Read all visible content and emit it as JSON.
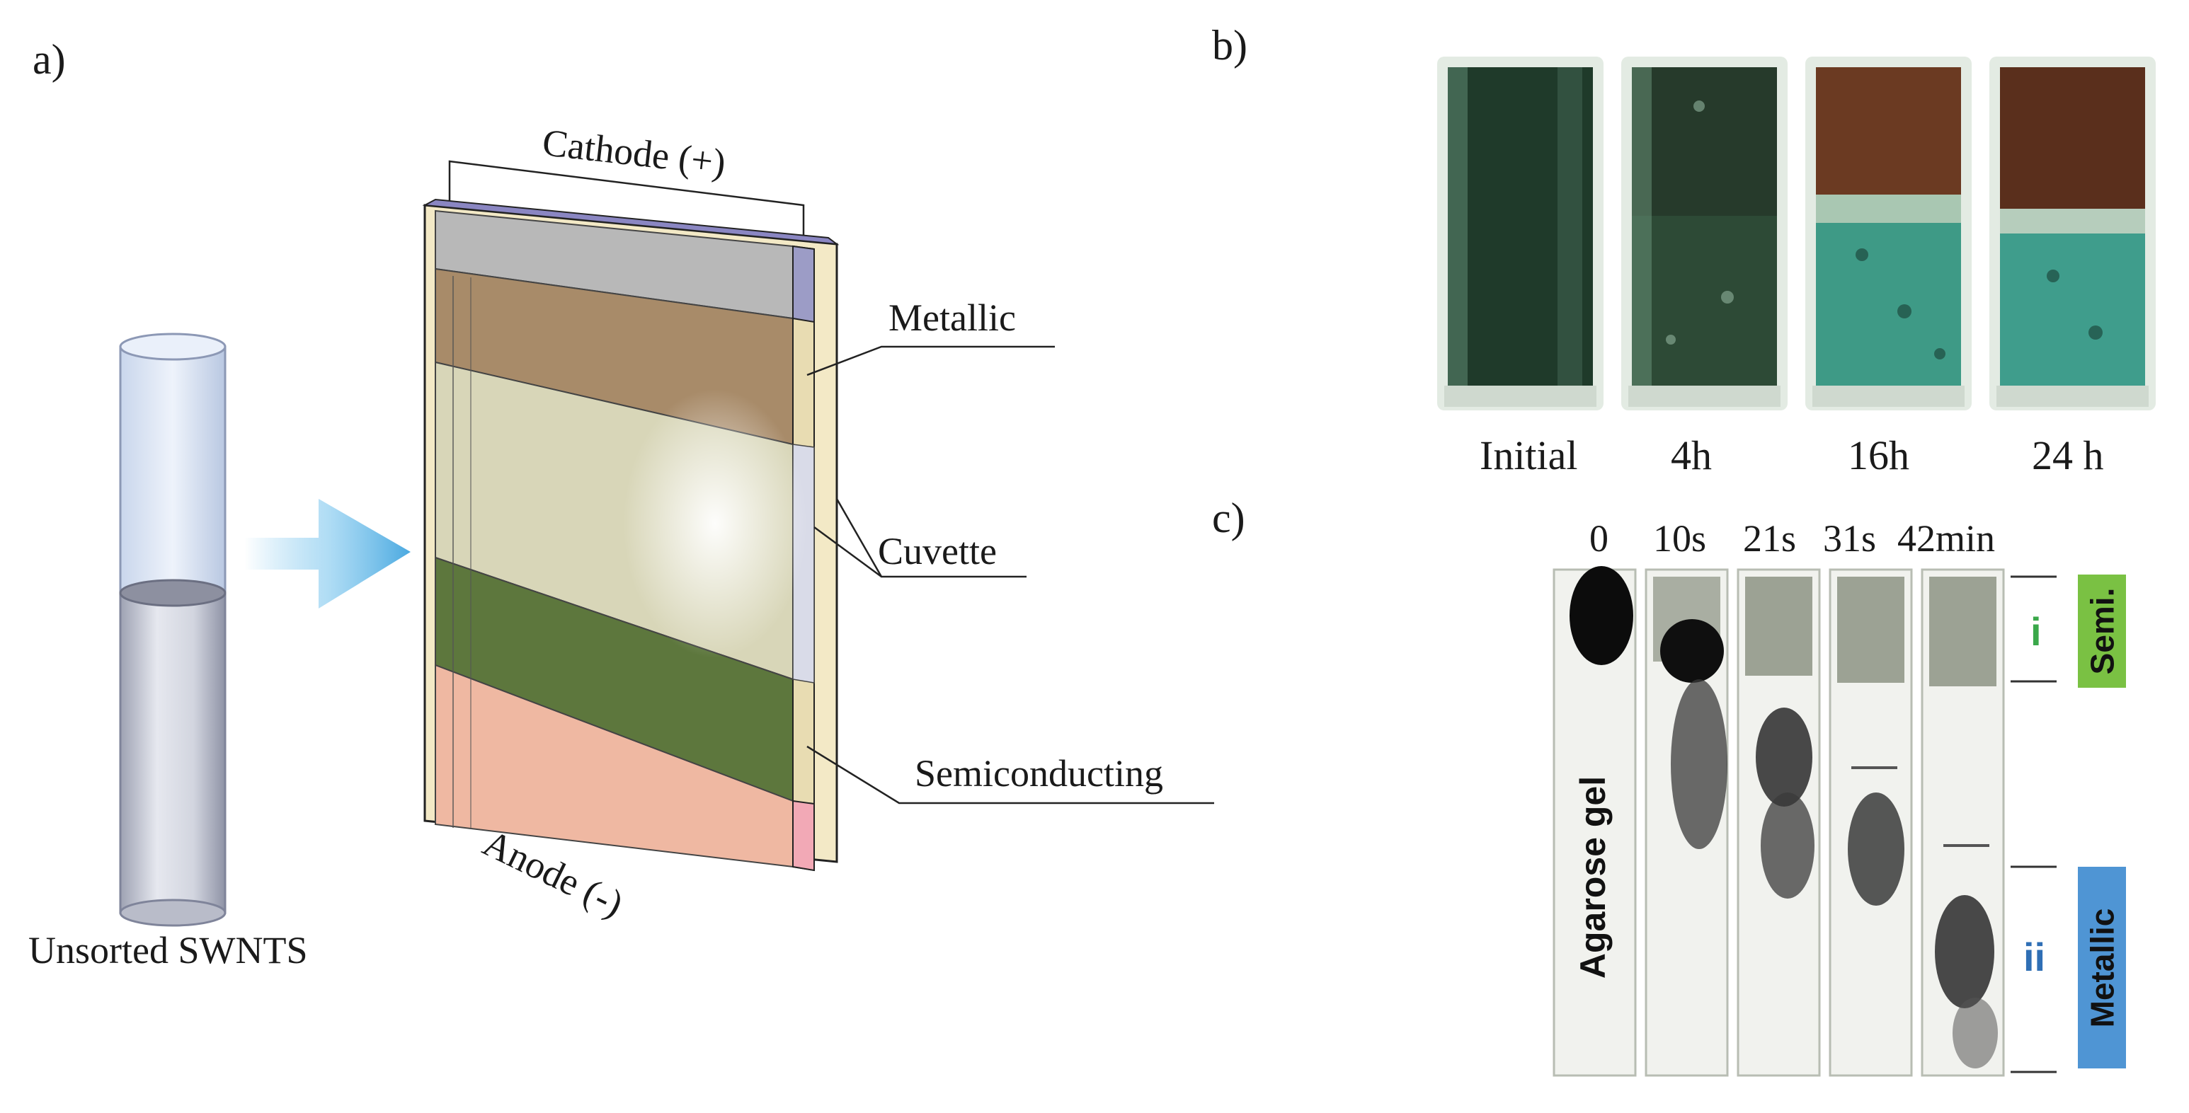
{
  "panel_a": {
    "letter": "a)",
    "tube_label": "Unsorted SWNTS",
    "top_electrode": "Cathode (+)",
    "bottom_electrode": "Anode (-)",
    "callouts": {
      "metallic": "Metallic",
      "cuvette": "Cuvette",
      "semiconducting": "Semiconducting"
    },
    "colors": {
      "cathode_band": "#b8b8b8",
      "metallic_band": "#9a7a58",
      "middle_band": "#d8d6b8",
      "semiconducting_band": "#4d6a2e",
      "anode_band": "#efb8a2",
      "frame": "#f3e9c6",
      "arrow": "#5fb8e8"
    }
  },
  "panel_b": {
    "letter": "b)",
    "times": [
      "Initial",
      "4h",
      "16h",
      "24 h"
    ]
  },
  "panel_c": {
    "letter": "c)",
    "times": [
      "0",
      "10s",
      "21s",
      "31s",
      "42min"
    ],
    "gel_label": "Agarose gel",
    "fraction_i": {
      "numeral": "i",
      "label": "Semi.",
      "color": "#7ac143",
      "numeral_color": "#3aa84a"
    },
    "fraction_ii": {
      "numeral": "ii",
      "label": "Metallic",
      "color": "#4f95d4",
      "numeral_color": "#2f6fb5"
    }
  }
}
